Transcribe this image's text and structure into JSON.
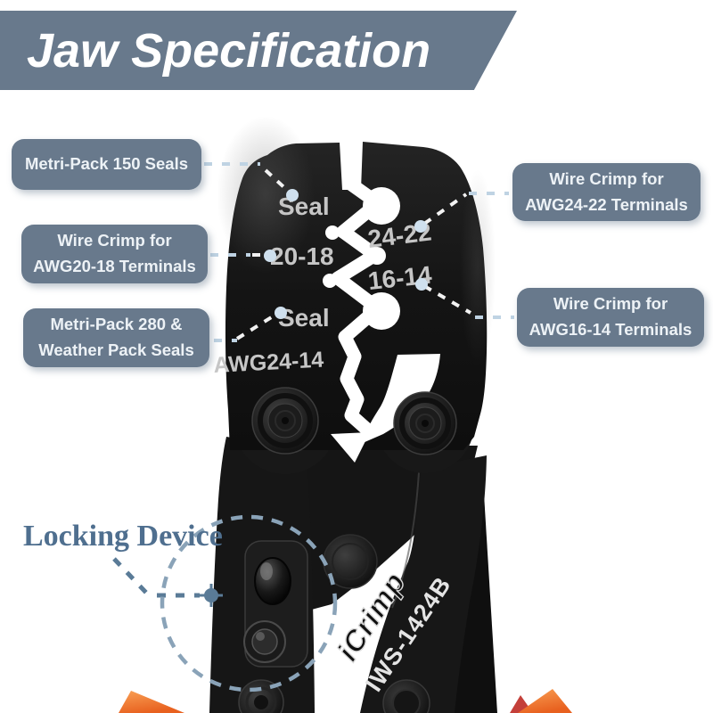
{
  "banner": {
    "title": "Jaw Specification"
  },
  "callouts": {
    "left": [
      {
        "lines": [
          "Metri-Pack 150 Seals"
        ]
      },
      {
        "lines": [
          "Wire Crimp for",
          "AWG20-18 Terminals"
        ]
      },
      {
        "lines": [
          "Metri-Pack 280 &",
          "Weather Pack Seals"
        ]
      }
    ],
    "right": [
      {
        "lines": [
          "Wire Crimp for",
          "AWG24-22 Terminals"
        ]
      },
      {
        "lines": [
          "Wire Crimp for",
          "AWG16-14 Terminals"
        ]
      }
    ],
    "locking_label": "Locking Device"
  },
  "tool": {
    "markings": {
      "seal_top": "Seal",
      "crimp_24_22": "24-22",
      "crimp_20_18": "20-18",
      "crimp_16_14": "16-14",
      "seal_bottom": "Seal",
      "jaw_range": "AWG24-14"
    },
    "brand": "iCrimp",
    "model": "IWS-1424B"
  },
  "colors": {
    "banner_bg": "#68798c",
    "callout_bg": "#68798c",
    "callout_text": "#edf2f6",
    "leader_dash": "#bfd3e3",
    "marker_dot": "#cfe0ee",
    "engraving": "#c6c6c6",
    "locking_text": "#4f6f8f",
    "locking_leader": "#5a7b97",
    "focus_circle": "#8aa3b8",
    "grip_orange": "#f2803c",
    "grip_red": "#c4403a",
    "tool_black": "#161616"
  }
}
